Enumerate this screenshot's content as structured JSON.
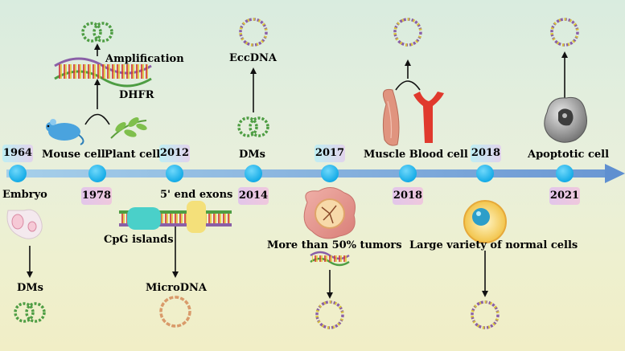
{
  "years": {
    "y1964": "1964",
    "y1978": "1978",
    "y2012": "2012",
    "y2014": "2014",
    "y2017": "2017",
    "y2018a": "2018",
    "y2018b": "2018",
    "y2021": "2021"
  },
  "labels": {
    "embryo": "Embryo",
    "dms_bottom": "DMs",
    "mouse_cell": "Mouse cell",
    "plant_cell": "Plant cell",
    "amplification": "Amplification",
    "dhfr": "DHFR",
    "five_end_exons": "5' end exons",
    "cpg_islands": "CpG islands",
    "microdna": "MicroDNA",
    "eccdna": "EccDNA",
    "dms_top": "DMs",
    "tumors": "More than 50% tumors",
    "muscle_blood": "Muscle Blood cell",
    "normal_cells": "Large variety of normal cells",
    "apoptotic": "Apoptotic cell"
  },
  "colors": {
    "axis_start": "#9fcbe8",
    "axis_end": "#6a96d2",
    "node": "#18b3ec",
    "dna_green": "#4e9d43",
    "dna_purple": "#8a5fa7",
    "dna_yellow": "#d9c23a"
  }
}
